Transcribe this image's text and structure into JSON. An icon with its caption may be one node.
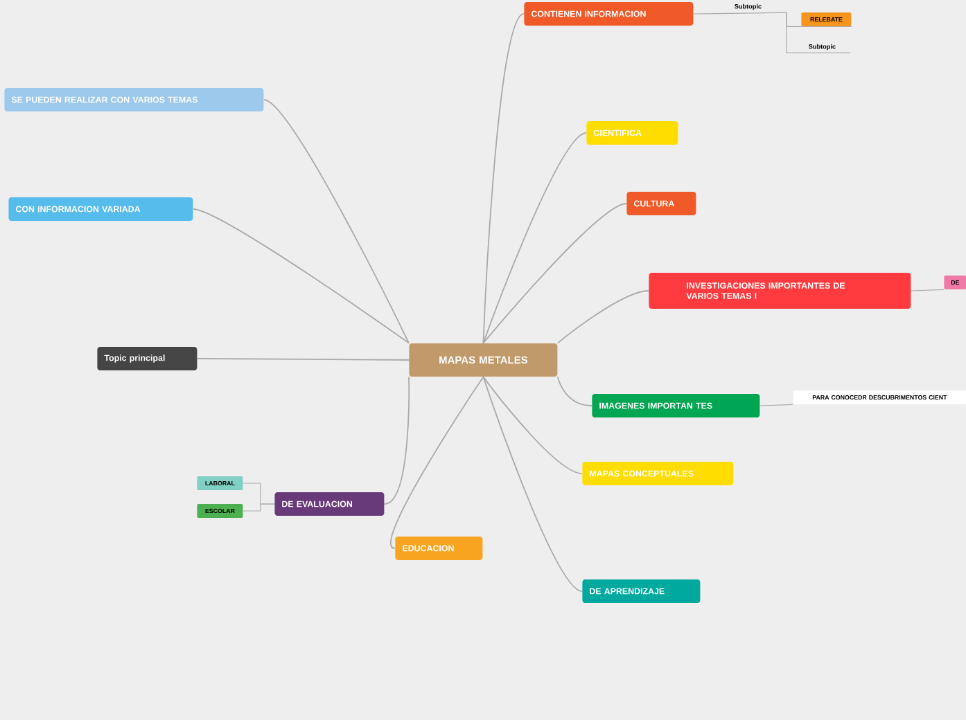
{
  "diagram": {
    "nodes": [
      {
        "text": [
          "MAPAS  METALES"
        ]
      },
      {
        "text": [
          "CONTIENEN INFORMACION"
        ]
      },
      {
        "text": [
          "Subtopic"
        ]
      },
      {
        "text": [
          "RELEBATE"
        ]
      },
      {
        "text": [
          "Subtopic"
        ]
      },
      {
        "text": [
          "CIENTIFICA"
        ]
      },
      {
        "text": [
          "CULTURA"
        ]
      },
      {
        "text": [
          "INVESTIGACIONES  IMPORTANTES  DE VARIOS  TEMAS l"
        ]
      },
      {
        "text": [
          "DE"
        ]
      },
      {
        "text": [
          "IMAGENES  IMPORTAN TES"
        ]
      },
      {
        "text": [
          "PARA CONOCEDR DESCUBRIMENTOS CIENT"
        ]
      },
      {
        "text": [
          "MAPAS  CONCEPTUALES"
        ]
      },
      {
        "text": [
          "DE  APRENDIZAJE"
        ]
      },
      {
        "text": [
          "EDUCACION"
        ]
      },
      {
        "text": [
          "DE EVALUACION"
        ]
      },
      {
        "text": [
          "LABORAL"
        ]
      },
      {
        "text": [
          "ESCOLAR"
        ]
      },
      {
        "text": [
          "Topic principal"
        ]
      },
      {
        "text": [
          "CON  INFORMACION VARIADA"
        ]
      },
      {
        "text": [
          "SE  PUEDEN REALIZAR CON VARIOS  TEMAS"
        ]
      }
    ],
    "edges": [
      {
        "from": 0,
        "to": 1,
        "arrow": "none"
      },
      {
        "from": 1,
        "to": 2,
        "arrow": "none"
      },
      {
        "from": 2,
        "to": 3,
        "arrow": "none"
      },
      {
        "from": 2,
        "to": 4,
        "arrow": "none"
      },
      {
        "from": 0,
        "to": 5,
        "arrow": "none"
      },
      {
        "from": 0,
        "to": 6,
        "arrow": "none"
      },
      {
        "from": 0,
        "to": 7,
        "arrow": "none"
      },
      {
        "from": 7,
        "to": 8,
        "arrow": "none"
      },
      {
        "from": 0,
        "to": 9,
        "arrow": "none"
      },
      {
        "from": 9,
        "to": 10,
        "arrow": "none"
      },
      {
        "from": 0,
        "to": 11,
        "arrow": "none"
      },
      {
        "from": 0,
        "to": 12,
        "arrow": "none"
      },
      {
        "from": 0,
        "to": 13,
        "arrow": "none"
      },
      {
        "from": 0,
        "to": 14,
        "arrow": "none"
      },
      {
        "from": 14,
        "to": 15,
        "arrow": "none"
      },
      {
        "from": 14,
        "to": 16,
        "arrow": "none"
      },
      {
        "from": 0,
        "to": 17,
        "arrow": "none"
      },
      {
        "from": 0,
        "to": 18,
        "arrow": "none"
      },
      {
        "from": 0,
        "to": 19,
        "arrow": "none"
      }
    ]
  }
}
